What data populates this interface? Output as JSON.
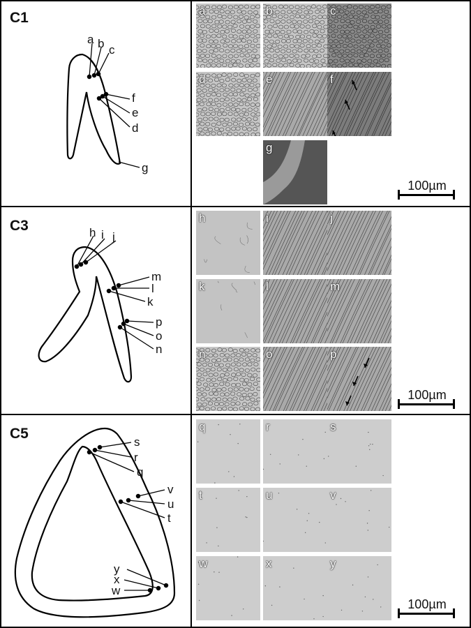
{
  "rows": [
    {
      "label": "C1",
      "scale_label": "100µm",
      "panels": [
        "a",
        "b",
        "c",
        "d",
        "e",
        "f",
        "g"
      ],
      "point_labels": [
        "a",
        "b",
        "c",
        "f",
        "e",
        "d",
        "g"
      ]
    },
    {
      "label": "C3",
      "scale_label": "100µm",
      "panels": [
        "h",
        "i",
        "j",
        "k",
        "l",
        "m",
        "n",
        "o",
        "p"
      ],
      "point_labels": [
        "h",
        "i",
        "j",
        "m",
        "l",
        "k",
        "p",
        "o",
        "n"
      ]
    },
    {
      "label": "C5",
      "scale_label": "100µm",
      "panels": [
        "q",
        "r",
        "s",
        "t",
        "u",
        "v",
        "w",
        "x",
        "y"
      ],
      "point_labels": [
        "s",
        "r",
        "q",
        "v",
        "u",
        "t",
        "y",
        "x",
        "w"
      ]
    }
  ],
  "colors": {
    "border": "#000000",
    "panel_light": "#c8c8c8",
    "panel_dark": "#6f6f6f"
  }
}
